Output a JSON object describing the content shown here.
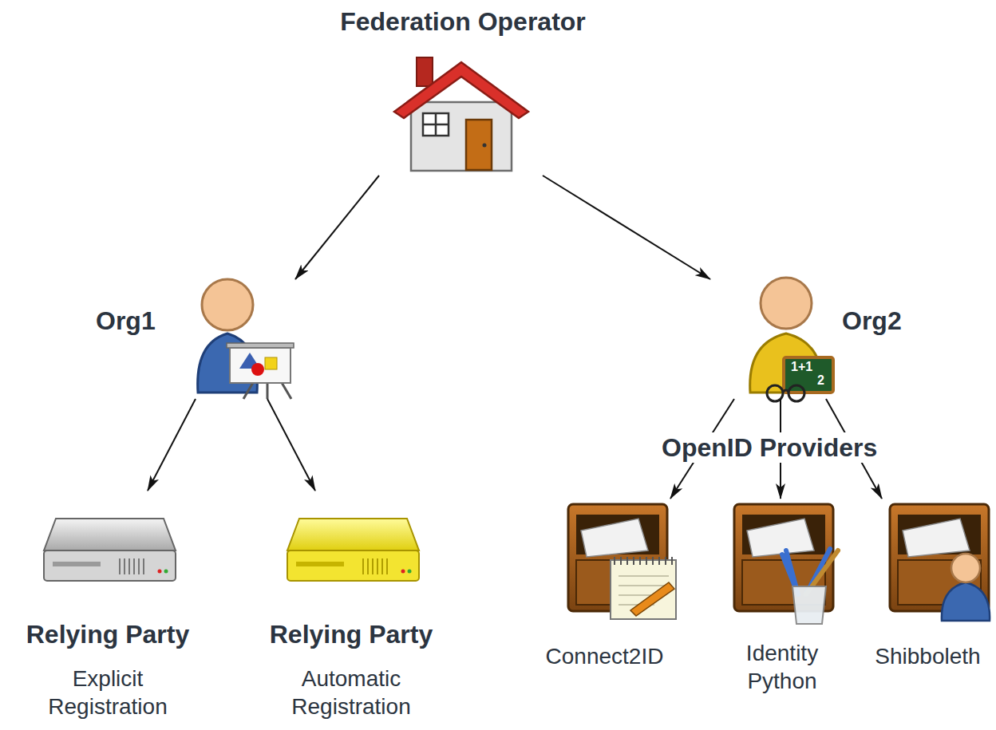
{
  "diagram": {
    "nodes": [
      {
        "text": [
          "Federation Operator"
        ]
      },
      {
        "text": [
          "Org1"
        ]
      },
      {
        "text": [
          "Org2"
        ]
      },
      {
        "text": [
          "Relying Party",
          "Explicit Registration"
        ]
      },
      {
        "text": [
          "Relying Party",
          "Automatic Registration"
        ]
      },
      {
        "text": [
          "Connect2ID"
        ]
      },
      {
        "text": [
          "Identity Python"
        ]
      },
      {
        "text": [
          "Shibboleth"
        ]
      }
    ],
    "edges": [
      {
        "from": 0,
        "to": 1,
        "arrow": "to"
      },
      {
        "from": 0,
        "to": 2,
        "arrow": "to"
      },
      {
        "from": 1,
        "to": 3,
        "arrow": "to"
      },
      {
        "from": 1,
        "to": 4,
        "arrow": "to"
      },
      {
        "from": 2,
        "to": 5,
        "arrow": "to"
      },
      {
        "from": 2,
        "to": 6,
        "arrow": "to"
      },
      {
        "from": 2,
        "to": 7,
        "arrow": "to"
      }
    ],
    "labels": [
      "OpenID Providers",
      "1+1",
      "2"
    ]
  }
}
